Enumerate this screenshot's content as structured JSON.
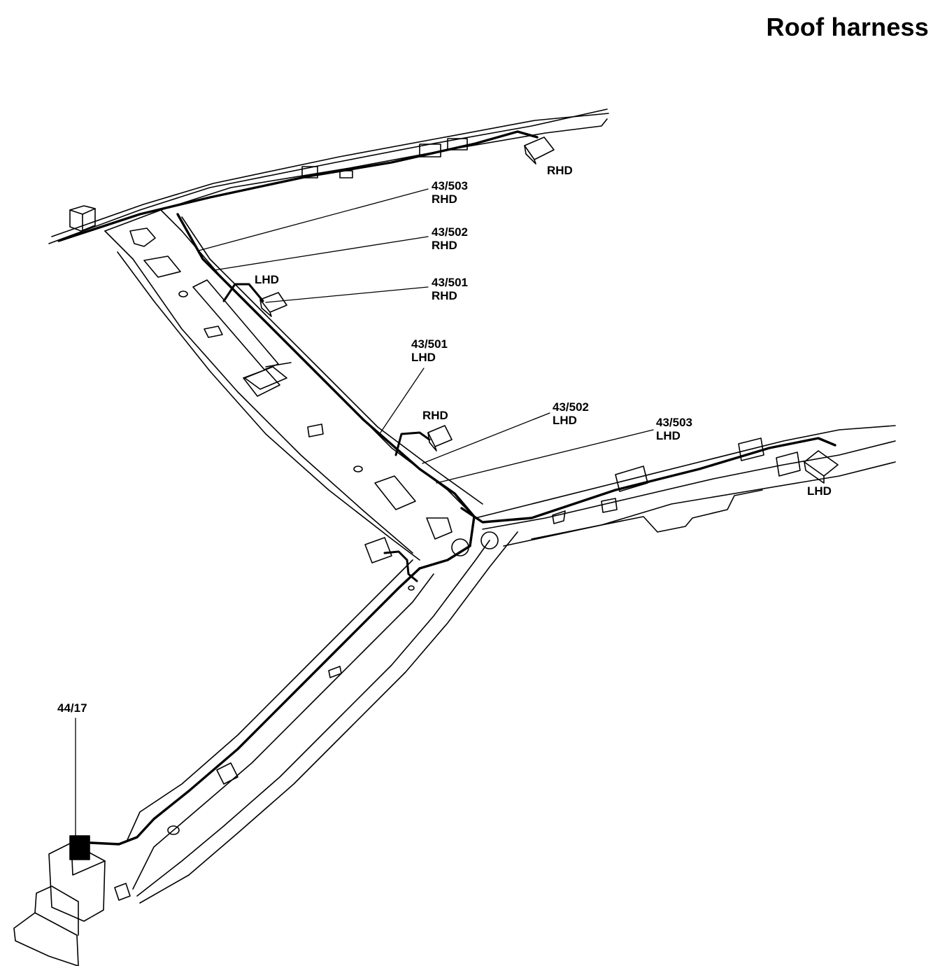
{
  "title": "Roof harness",
  "labels": {
    "rhd_top": "RHD",
    "c43_503_rhd": {
      "code": "43/503",
      "variant": "RHD"
    },
    "c43_502_rhd": {
      "code": "43/502",
      "variant": "RHD"
    },
    "c43_501_rhd": {
      "code": "43/501",
      "variant": "RHD"
    },
    "lhd_upper": "LHD",
    "c43_501_lhd": {
      "code": "43/501",
      "variant": "LHD"
    },
    "rhd_mid": "RHD",
    "c43_502_lhd": {
      "code": "43/502",
      "variant": "LHD"
    },
    "c43_503_lhd": {
      "code": "43/503",
      "variant": "LHD"
    },
    "lhd_right": "LHD",
    "c44_17": "44/17"
  }
}
